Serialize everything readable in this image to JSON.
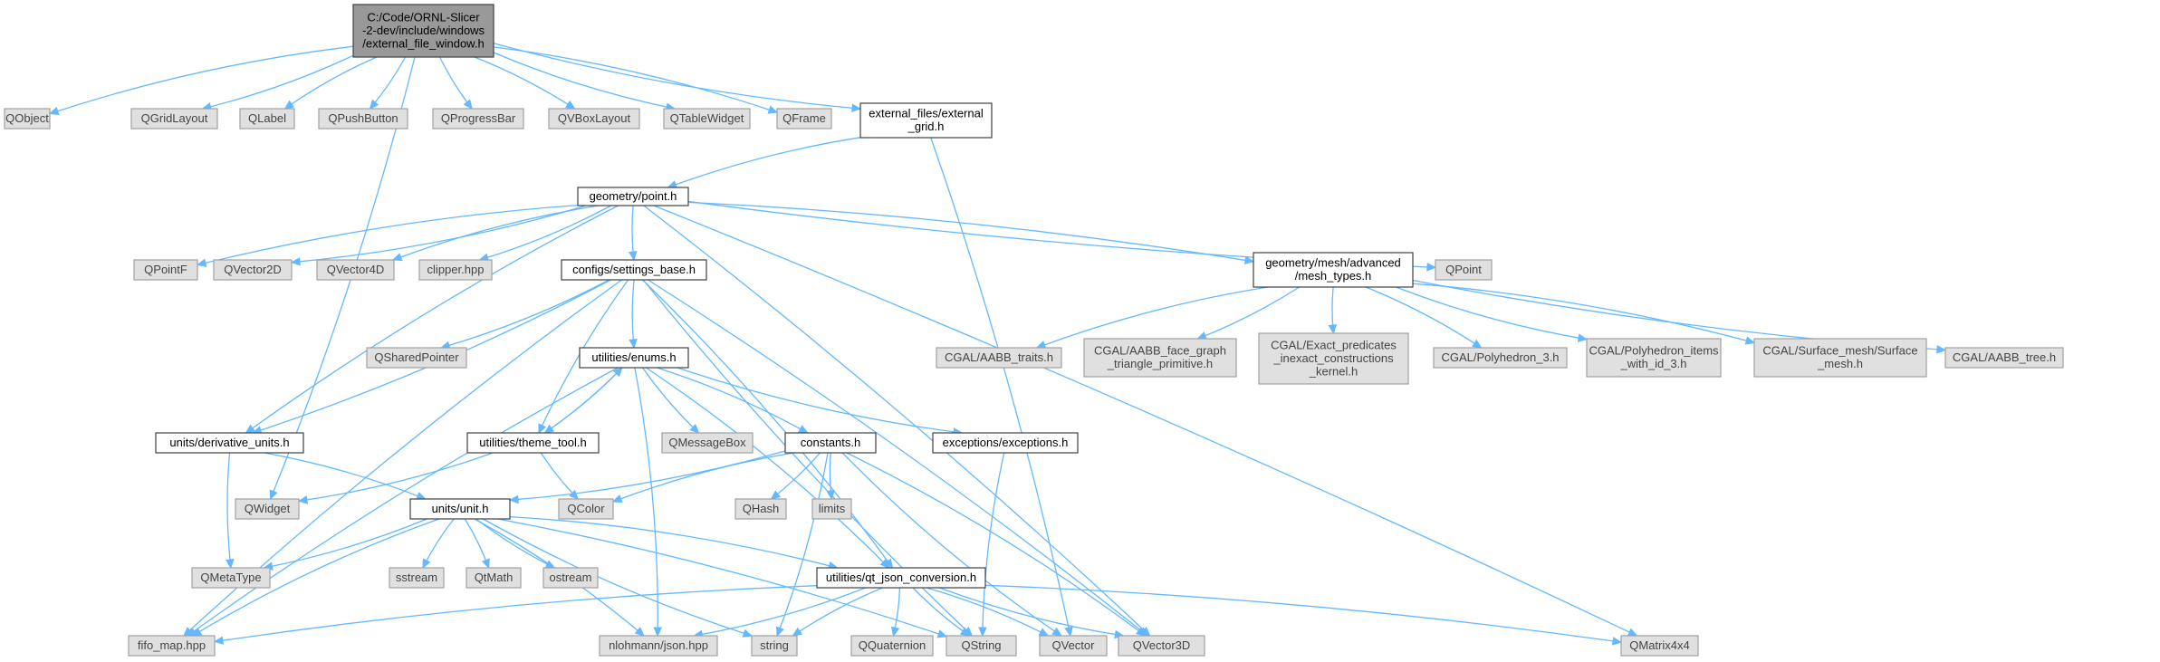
{
  "colors": {
    "edge": "#63b8ff",
    "root_fill": "#999999",
    "external_fill": "#e0e0e0",
    "external_border": "#a0a0a0",
    "local_fill": "#ffffff",
    "local_border": "#404040"
  },
  "nodes": [
    {
      "id": "root",
      "kind": "root",
      "lines": [
        "C:/Code/ORNL-Slicer",
        "-2-dev/include/windows",
        "/external_file_window.h"
      ]
    },
    {
      "id": "qobject",
      "kind": "ext",
      "lines": [
        "QObject"
      ]
    },
    {
      "id": "qgridlayout",
      "kind": "ext",
      "lines": [
        "QGridLayout"
      ]
    },
    {
      "id": "qlabel",
      "kind": "ext",
      "lines": [
        "QLabel"
      ]
    },
    {
      "id": "qpushbutton",
      "kind": "ext",
      "lines": [
        "QPushButton"
      ]
    },
    {
      "id": "qprogressbar",
      "kind": "ext",
      "lines": [
        "QProgressBar"
      ]
    },
    {
      "id": "qvboxlayout",
      "kind": "ext",
      "lines": [
        "QVBoxLayout"
      ]
    },
    {
      "id": "qtablewidget",
      "kind": "ext",
      "lines": [
        "QTableWidget"
      ]
    },
    {
      "id": "qframe",
      "kind": "ext",
      "lines": [
        "QFrame"
      ]
    },
    {
      "id": "external_grid",
      "kind": "local",
      "lines": [
        "external_files/external",
        "_grid.h"
      ]
    },
    {
      "id": "point",
      "kind": "local",
      "lines": [
        "geometry/point.h"
      ]
    },
    {
      "id": "qpointf",
      "kind": "ext",
      "lines": [
        "QPointF"
      ]
    },
    {
      "id": "qvector2d",
      "kind": "ext",
      "lines": [
        "QVector2D"
      ]
    },
    {
      "id": "qvector4d",
      "kind": "ext",
      "lines": [
        "QVector4D"
      ]
    },
    {
      "id": "clipper",
      "kind": "ext",
      "lines": [
        "clipper.hpp"
      ]
    },
    {
      "id": "settings_base",
      "kind": "local",
      "lines": [
        "configs/settings_base.h"
      ]
    },
    {
      "id": "mesh_types",
      "kind": "local",
      "lines": [
        "geometry/mesh/advanced",
        "/mesh_types.h"
      ]
    },
    {
      "id": "qpoint",
      "kind": "ext",
      "lines": [
        "QPoint"
      ]
    },
    {
      "id": "qsharedpointer",
      "kind": "ext",
      "lines": [
        "QSharedPointer"
      ]
    },
    {
      "id": "enums",
      "kind": "local",
      "lines": [
        "utilities/enums.h"
      ]
    },
    {
      "id": "aabb_traits",
      "kind": "ext",
      "lines": [
        "CGAL/AABB_traits.h"
      ]
    },
    {
      "id": "aabb_face",
      "kind": "ext",
      "lines": [
        "CGAL/AABB_face_graph",
        "_triangle_primitive.h"
      ]
    },
    {
      "id": "exact_pred",
      "kind": "ext",
      "lines": [
        "CGAL/Exact_predicates",
        "_inexact_constructions",
        "_kernel.h"
      ]
    },
    {
      "id": "polyhedron3",
      "kind": "ext",
      "lines": [
        "CGAL/Polyhedron_3.h"
      ]
    },
    {
      "id": "poly_items",
      "kind": "ext",
      "lines": [
        "CGAL/Polyhedron_items",
        "_with_id_3.h"
      ]
    },
    {
      "id": "surface_mesh",
      "kind": "ext",
      "lines": [
        "CGAL/Surface_mesh/Surface",
        "_mesh.h"
      ]
    },
    {
      "id": "aabb_tree",
      "kind": "ext",
      "lines": [
        "CGAL/AABB_tree.h"
      ]
    },
    {
      "id": "derivative_units",
      "kind": "local",
      "lines": [
        "units/derivative_units.h"
      ]
    },
    {
      "id": "theme_tool",
      "kind": "local",
      "lines": [
        "utilities/theme_tool.h"
      ]
    },
    {
      "id": "qmessagebox",
      "kind": "ext",
      "lines": [
        "QMessageBox"
      ]
    },
    {
      "id": "constants",
      "kind": "local",
      "lines": [
        "constants.h"
      ]
    },
    {
      "id": "exceptions",
      "kind": "local",
      "lines": [
        "exceptions/exceptions.h"
      ]
    },
    {
      "id": "qwidget",
      "kind": "ext",
      "lines": [
        "QWidget"
      ]
    },
    {
      "id": "qcolor",
      "kind": "ext",
      "lines": [
        "QColor"
      ]
    },
    {
      "id": "unit",
      "kind": "local",
      "lines": [
        "units/unit.h"
      ]
    },
    {
      "id": "qhash",
      "kind": "ext",
      "lines": [
        "QHash"
      ]
    },
    {
      "id": "limits",
      "kind": "ext",
      "lines": [
        "limits"
      ]
    },
    {
      "id": "qmetatype",
      "kind": "ext",
      "lines": [
        "QMetaType"
      ]
    },
    {
      "id": "sstream",
      "kind": "ext",
      "lines": [
        "sstream"
      ]
    },
    {
      "id": "qtmath",
      "kind": "ext",
      "lines": [
        "QtMath"
      ]
    },
    {
      "id": "ostream",
      "kind": "ext",
      "lines": [
        "ostream"
      ]
    },
    {
      "id": "qt_json",
      "kind": "local",
      "lines": [
        "utilities/qt_json_conversion.h"
      ]
    },
    {
      "id": "fifo_map",
      "kind": "ext",
      "lines": [
        "fifo_map.hpp"
      ]
    },
    {
      "id": "nlohmann",
      "kind": "ext",
      "lines": [
        "nlohmann/json.hpp"
      ]
    },
    {
      "id": "string",
      "kind": "ext",
      "lines": [
        "string"
      ]
    },
    {
      "id": "qquaternion",
      "kind": "ext",
      "lines": [
        "QQuaternion"
      ]
    },
    {
      "id": "qstring",
      "kind": "ext",
      "lines": [
        "QString"
      ]
    },
    {
      "id": "qvector",
      "kind": "ext",
      "lines": [
        "QVector"
      ]
    },
    {
      "id": "qvector3d",
      "kind": "ext",
      "lines": [
        "QVector3D"
      ]
    },
    {
      "id": "qmatrix4x4",
      "kind": "ext",
      "lines": [
        "QMatrix4x4"
      ]
    }
  ],
  "edges": [
    [
      "root",
      "qobject"
    ],
    [
      "root",
      "qgridlayout"
    ],
    [
      "root",
      "qlabel"
    ],
    [
      "root",
      "qpushbutton"
    ],
    [
      "root",
      "qprogressbar"
    ],
    [
      "root",
      "qvboxlayout"
    ],
    [
      "root",
      "qtablewidget"
    ],
    [
      "root",
      "qframe"
    ],
    [
      "root",
      "external_grid"
    ],
    [
      "root",
      "qwidget"
    ],
    [
      "external_grid",
      "point"
    ],
    [
      "external_grid",
      "qvector"
    ],
    [
      "point",
      "qpointf"
    ],
    [
      "point",
      "qvector2d"
    ],
    [
      "point",
      "qvector4d"
    ],
    [
      "point",
      "clipper"
    ],
    [
      "point",
      "settings_base"
    ],
    [
      "point",
      "mesh_types"
    ],
    [
      "point",
      "qpoint"
    ],
    [
      "point",
      "qmatrix4x4"
    ],
    [
      "point",
      "derivative_units"
    ],
    [
      "point",
      "qvector3d"
    ],
    [
      "mesh_types",
      "aabb_traits"
    ],
    [
      "mesh_types",
      "aabb_face"
    ],
    [
      "mesh_types",
      "exact_pred"
    ],
    [
      "mesh_types",
      "polyhedron3"
    ],
    [
      "mesh_types",
      "poly_items"
    ],
    [
      "mesh_types",
      "surface_mesh"
    ],
    [
      "mesh_types",
      "aabb_tree"
    ],
    [
      "settings_base",
      "qsharedpointer"
    ],
    [
      "settings_base",
      "enums"
    ],
    [
      "settings_base",
      "derivative_units"
    ],
    [
      "settings_base",
      "fifo_map"
    ],
    [
      "settings_base",
      "qt_json"
    ],
    [
      "settings_base",
      "qstring"
    ],
    [
      "settings_base",
      "qvector3d"
    ],
    [
      "settings_base",
      "theme_tool"
    ],
    [
      "enums",
      "theme_tool"
    ],
    [
      "enums",
      "qmessagebox"
    ],
    [
      "enums",
      "constants"
    ],
    [
      "enums",
      "exceptions"
    ],
    [
      "enums",
      "qt_json"
    ],
    [
      "enums",
      "fifo_map"
    ],
    [
      "enums",
      "nlohmann"
    ],
    [
      "theme_tool",
      "enums"
    ],
    [
      "theme_tool",
      "qwidget"
    ],
    [
      "theme_tool",
      "qcolor"
    ],
    [
      "derivative_units",
      "unit"
    ],
    [
      "derivative_units",
      "qmetatype"
    ],
    [
      "constants",
      "unit"
    ],
    [
      "constants",
      "qcolor"
    ],
    [
      "constants",
      "qhash"
    ],
    [
      "constants",
      "limits"
    ],
    [
      "constants",
      "string"
    ],
    [
      "constants",
      "qvector"
    ],
    [
      "constants",
      "qvector3d"
    ],
    [
      "exceptions",
      "qstring"
    ],
    [
      "unit",
      "qmetatype"
    ],
    [
      "unit",
      "sstream"
    ],
    [
      "unit",
      "qtmath"
    ],
    [
      "unit",
      "ostream"
    ],
    [
      "unit",
      "qt_json"
    ],
    [
      "unit",
      "fifo_map"
    ],
    [
      "unit",
      "nlohmann"
    ],
    [
      "unit",
      "string"
    ],
    [
      "unit",
      "qstring"
    ],
    [
      "qt_json",
      "fifo_map"
    ],
    [
      "qt_json",
      "nlohmann"
    ],
    [
      "qt_json",
      "string"
    ],
    [
      "qt_json",
      "qquaternion"
    ],
    [
      "qt_json",
      "qstring"
    ],
    [
      "qt_json",
      "qvector"
    ],
    [
      "qt_json",
      "qvector3d"
    ],
    [
      "qt_json",
      "qmatrix4x4"
    ]
  ]
}
